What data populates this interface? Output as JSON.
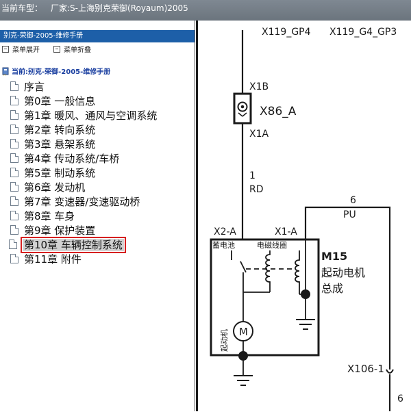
{
  "window": {
    "title_prefix": "当前车型：",
    "title_value": "厂家:S-上海别克荣御(Royaum)2005"
  },
  "panel": {
    "header": "别克-荣御-2005-维修手册",
    "expand_label": "菜单展开",
    "collapse_label": "菜单折叠",
    "root_label": "当前:别克-荣御-2005-维修手册"
  },
  "tree": {
    "items": [
      {
        "label": "序言"
      },
      {
        "label": "第0章 一般信息"
      },
      {
        "label": "第1章 暖风、通风与空调系统"
      },
      {
        "label": "第2章 转向系统"
      },
      {
        "label": "第3章 悬架系统"
      },
      {
        "label": "第4章 传动系统/车桥"
      },
      {
        "label": "第5章 制动系统"
      },
      {
        "label": "第6章 发动机"
      },
      {
        "label": "第7章 变速器/变速驱动桥"
      },
      {
        "label": "第8章 车身"
      },
      {
        "label": "第9章 保护装置"
      },
      {
        "label": "第10章 车辆控制系统",
        "selected": true
      },
      {
        "label": "第11章 附件"
      }
    ]
  },
  "diagram": {
    "top_left": "X119_GP4",
    "top_right": "X119_G4_GP3",
    "pin_top": "X1B",
    "connector": "X86_A",
    "pin_bottom": "X1A",
    "wire1_num": "1",
    "wire1_color": "RD",
    "wire6_num": "6",
    "wire6_color": "PU",
    "conn_x2a": "X2-A",
    "conn_x1a": "X1-A",
    "battery_label": "蓄电池",
    "solenoid_label": "电磁线圈",
    "component_id": "M15",
    "component_name_line1": "起动电机",
    "component_name_line2": "总成",
    "motor_letter": "M",
    "motor_label": "起动机",
    "x106": "X106-1",
    "bottom_num": "6"
  }
}
